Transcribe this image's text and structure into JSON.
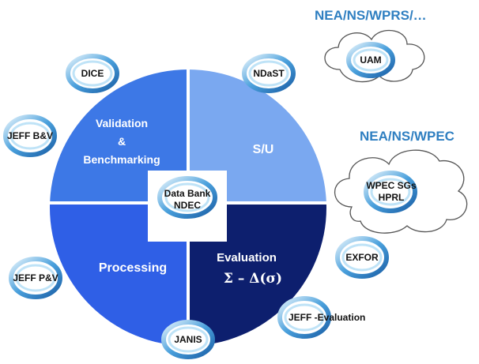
{
  "quadrants": {
    "validation": {
      "line1": "Validation",
      "line2": "&",
      "line3": "Benchmarking",
      "color": "#3d78e6"
    },
    "su": {
      "label": "S/U",
      "color": "#7aa8f0"
    },
    "processing": {
      "label": "Processing",
      "color": "#2f5fe6"
    },
    "evaluation": {
      "label": "Evaluation",
      "formula": "Σ – Δ(σ)",
      "color": "#0d1f6e"
    }
  },
  "center": {
    "line1": "Data Bank",
    "line2": "NDEC"
  },
  "nodes": {
    "dice": "DICE",
    "ndast": "NDaST",
    "jeff_bv": "JEFF B&V",
    "jeff_pv": "JEFF P&V",
    "janis": "JANIS",
    "exfor": "EXFOR",
    "jeff_eval": "JEFF -Evaluation"
  },
  "clouds": {
    "wprs_heading": "NEA/NS/WPRS/…",
    "uam": "UAM",
    "wpec_heading": "NEA/NS/WPEC",
    "wpec_line1": "WPEC SGs",
    "wpec_line2": "HPRL"
  },
  "colors": {
    "heading": "#2f7fc1",
    "ring_light": "#bfe3f7",
    "ring_dark": "#3a8fd0"
  }
}
